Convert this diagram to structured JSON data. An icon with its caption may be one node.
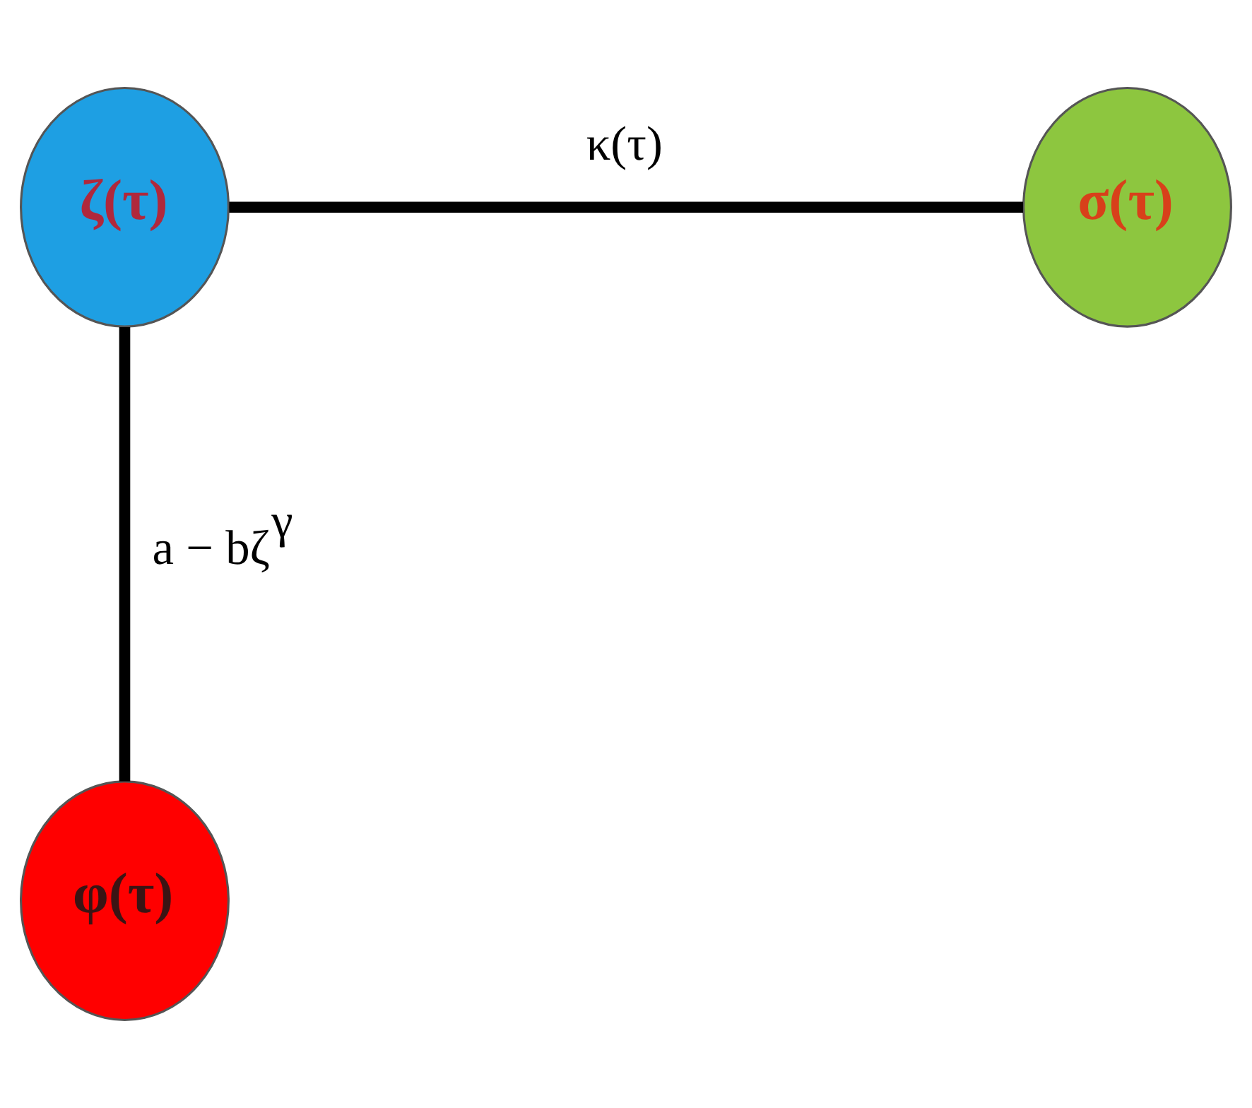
{
  "diagram": {
    "nodes": [
      {
        "text": [
          "ζ(τ)"
        ]
      },
      {
        "text": [
          "σ(τ)"
        ]
      },
      {
        "text": [
          "φ(τ)"
        ]
      }
    ],
    "edges": [
      {
        "from": 0,
        "to": 1,
        "arrow": "none",
        "label": "κ(τ)"
      },
      {
        "from": 0,
        "to": 2,
        "arrow": "none",
        "label": "a − bζ$^{γ}$"
      }
    ]
  }
}
